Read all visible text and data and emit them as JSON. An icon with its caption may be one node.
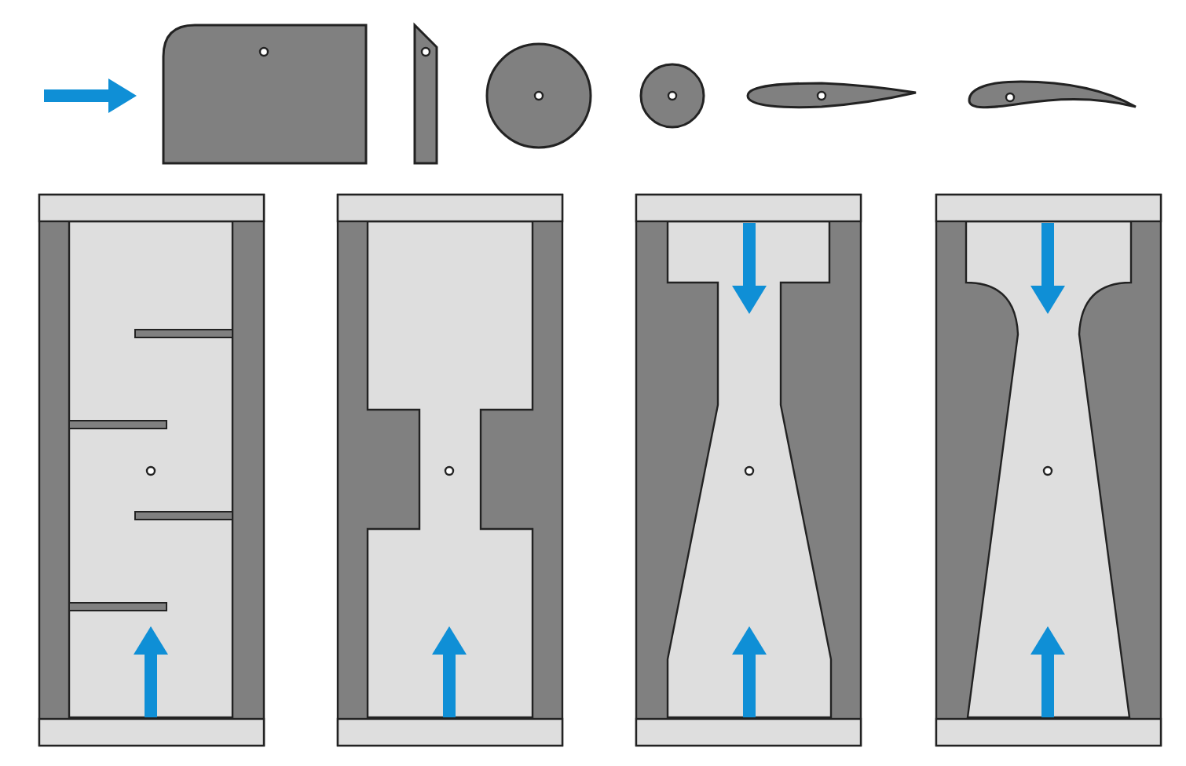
{
  "diagram": {
    "nodes": [
      {
        "text": [],
        "shape": "box"
      },
      {
        "text": [],
        "shape": "bar"
      },
      {
        "text": [],
        "shape": "circle"
      },
      {
        "text": [],
        "shape": "circle"
      },
      {
        "text": [],
        "shape": "airfoil"
      },
      {
        "text": [],
        "shape": "airfoil"
      },
      {
        "text": [],
        "shape": "channel"
      },
      {
        "text": [],
        "shape": "channel"
      },
      {
        "text": [],
        "shape": "channel"
      },
      {
        "text": [],
        "shape": "channel"
      }
    ]
  }
}
